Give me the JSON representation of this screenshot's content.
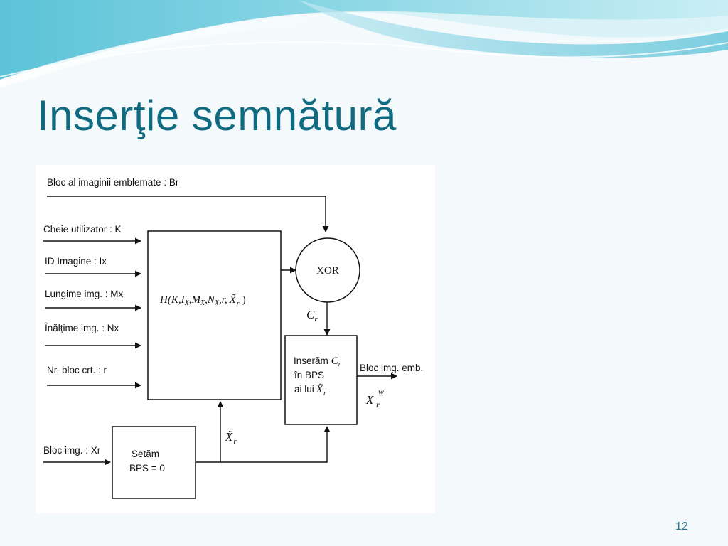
{
  "slide": {
    "title": "Inserţie semnătură",
    "page_number": "12"
  },
  "diagram": {
    "inputs": {
      "emblem_block": "Bloc al imaginii emblemate : Br",
      "user_key": "Cheie utilizator : K",
      "image_id": "ID Imagine : Ix",
      "image_width": "Lungime img. : Mx",
      "image_height": "Înălțime img. : Nx",
      "block_number": "Nr. bloc crt. : r",
      "image_block": "Bloc img. : Xr"
    },
    "hash_box": {
      "formula_open": "H(K,",
      "I": "I",
      "I_sub": "X",
      "M": "M",
      "M_sub": "X",
      "N": "N",
      "N_sub": "X",
      "formula_mid": "r,",
      "x_tilde": "X̃",
      "x_sub": "r",
      "formula_close": ")"
    },
    "xor": {
      "label": "XOR"
    },
    "cr_label": {
      "base": "C",
      "sub": "r"
    },
    "insert_box": {
      "line1_text": "Inserăm",
      "line1_var": "C",
      "line1_sub": "r",
      "line2": "în BPS",
      "line3_text": "ai lui",
      "line3_var": "X̃",
      "line3_sub": "r"
    },
    "output": {
      "label": "Bloc img. emb.",
      "var": "X",
      "sup": "w",
      "sub": "r"
    },
    "set_box": {
      "line1": "Setăm",
      "line2": "BPS = 0"
    },
    "xr_tilde_label": {
      "base": "X̃",
      "sub": "r"
    }
  }
}
